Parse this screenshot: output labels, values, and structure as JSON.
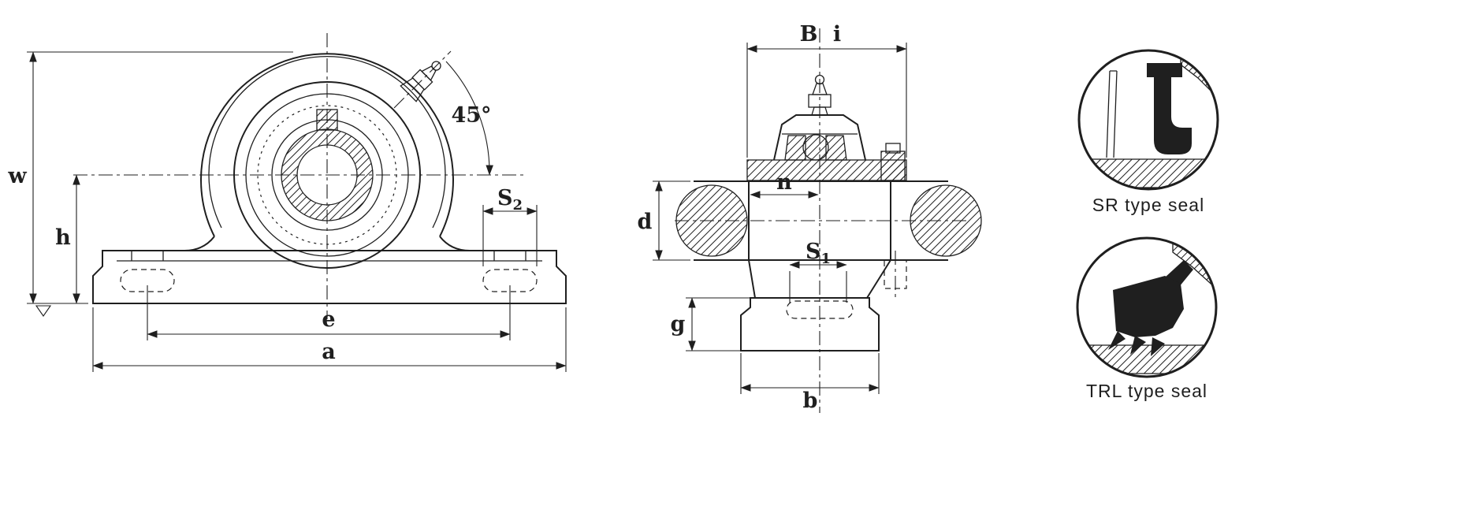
{
  "colors": {
    "line": "#1f1f1f",
    "background": "#ffffff"
  },
  "front_view": {
    "dim_labels": {
      "w": "w",
      "h": "h",
      "e": "e",
      "a": "a"
    },
    "s2": {
      "main": "S",
      "sub": "2"
    },
    "angle": "45°"
  },
  "side_view": {
    "dim_labels": {
      "B": "B",
      "i": "i",
      "n": "n",
      "d": "d",
      "g": "g",
      "b": "b"
    },
    "s1": {
      "main": "S",
      "sub": "1"
    }
  },
  "seal_details": {
    "sr_caption": "SR type seal",
    "trl_caption": "TRL type seal"
  }
}
